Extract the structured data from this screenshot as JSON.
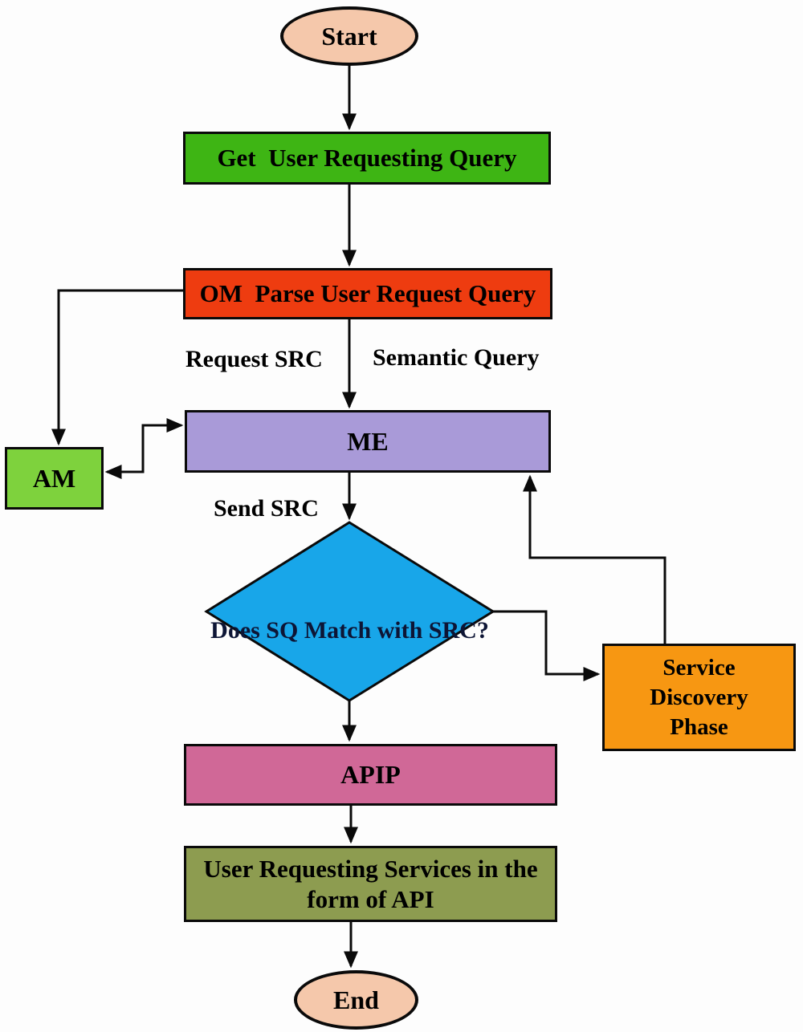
{
  "diagram": {
    "type": "flowchart",
    "background": "#fdfdfd",
    "connector_color": "#000000"
  },
  "nodes": {
    "start": {
      "label": "Start",
      "shape": "oval",
      "color": "#f5c8ab"
    },
    "get_query": {
      "label": "Get  User Requesting Query",
      "shape": "rect",
      "color": "#3eb514"
    },
    "om_parse": {
      "label": "OM  Parse User Request Query",
      "shape": "rect",
      "color": "#ee3c10"
    },
    "me": {
      "label": "ME",
      "shape": "rect",
      "color": "#a99ad8"
    },
    "am": {
      "label": "AM",
      "shape": "rect",
      "color": "#7ed23d"
    },
    "decision": {
      "label": "Does SQ Match\nwith SRC?",
      "shape": "diamond",
      "color": "#18a6e9",
      "text_color": "#0d1535"
    },
    "sdp": {
      "label": "Service\nDiscovery\nPhase",
      "shape": "rect",
      "color": "#f79712"
    },
    "apip": {
      "label": "APIP",
      "shape": "rect",
      "color": "#d06897"
    },
    "user_services": {
      "label": "User Requesting Services in the\nform of API",
      "shape": "rect",
      "color": "#8d9c50"
    },
    "end": {
      "label": "End",
      "shape": "oval",
      "color": "#f5c8ab"
    }
  },
  "edge_labels": {
    "request_src": "Request SRC",
    "semantic_query": "Semantic Query",
    "send_src": "Send SRC"
  }
}
